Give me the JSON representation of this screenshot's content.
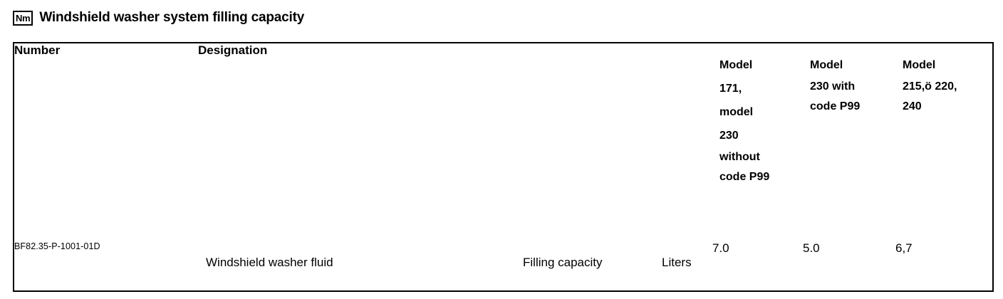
{
  "title": {
    "badge": "Nm",
    "badge_icon": "torque-unit-icon",
    "text": "Windshield washer system filling capacity"
  },
  "table": {
    "headers": {
      "number": "Number",
      "designation": "Designation",
      "model_1": [
        "Model",
        "171,",
        "model",
        "230",
        "without",
        "code P99"
      ],
      "model_2": [
        "Model",
        "230 with",
        "code P99"
      ],
      "model_3": [
        "Model",
        "215,ö 220,",
        "240"
      ]
    },
    "rows": [
      {
        "number": "BF82.35-P-1001-01D",
        "designation_name": "Windshield washer fluid",
        "designation_measure": "Filling capacity",
        "designation_unit": "Liters",
        "value_model_1": "7.0",
        "value_model_2": "5.0",
        "value_model_3": "6,7"
      }
    ]
  },
  "colors": {
    "background": "#ffffff",
    "text": "#000000",
    "border": "#000000"
  }
}
